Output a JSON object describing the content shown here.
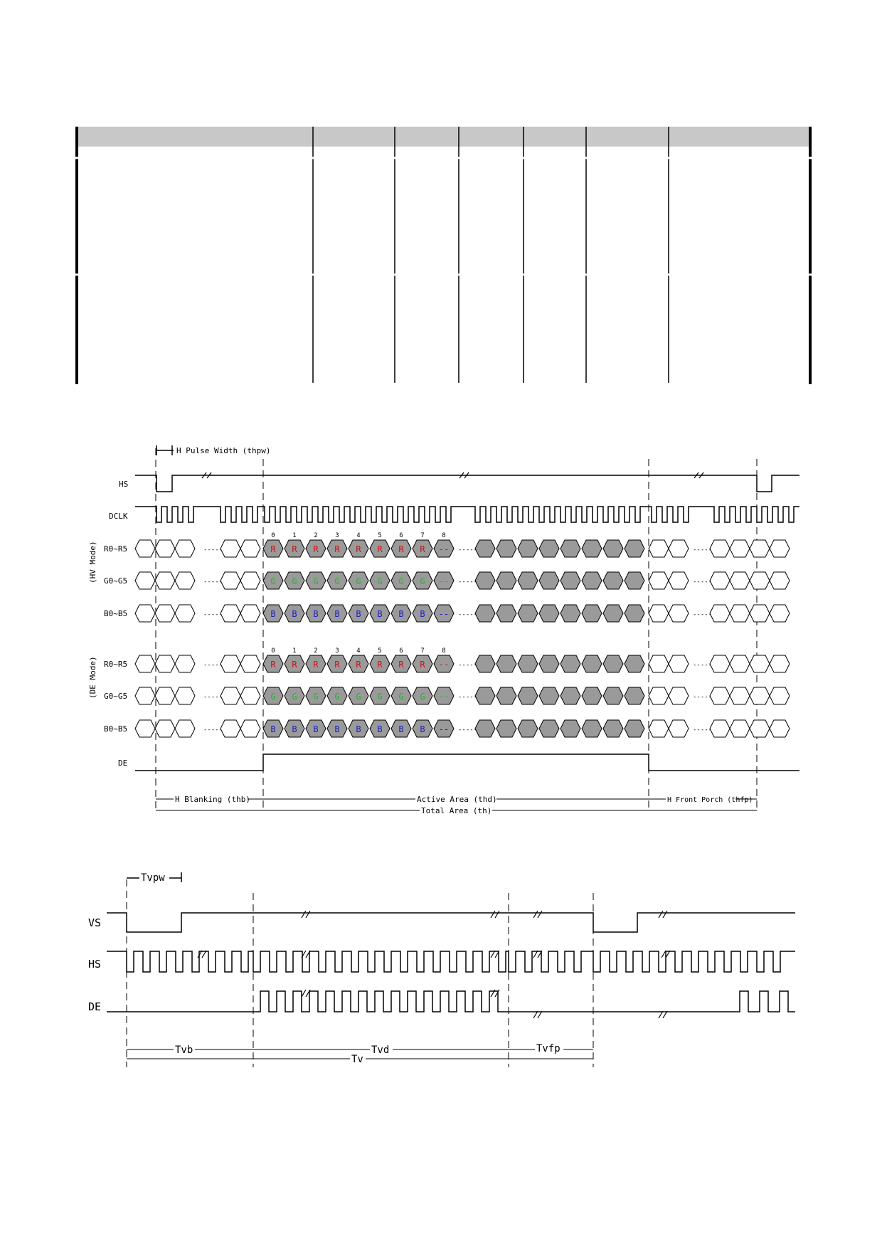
{
  "table": {
    "header_color": "#c8c8c8",
    "columns": 7,
    "header_cells": [
      "",
      "",
      "",
      "",
      "",
      "",
      ""
    ],
    "rows": [
      [
        "",
        "",
        "",
        "",
        "",
        "",
        ""
      ],
      [
        "",
        "",
        "",
        "",
        "",
        "",
        ""
      ]
    ]
  },
  "horizontal_timing": {
    "pulse_width_label": "H Pulse Width (thpw)",
    "signal_labels": {
      "hs": "HS",
      "dclk": "DCLK",
      "hv_r": "R0~R5",
      "hv_g": "G0~G5",
      "hv_b": "B0~B5",
      "de_r": "R0~R5",
      "de_g": "G0~G5",
      "de_b": "B0~B5",
      "de": "DE"
    },
    "mode_labels": {
      "hv": "(HV Mode)",
      "de": "(DE Mode)"
    },
    "pixel_indices": [
      "0",
      "1",
      "2",
      "3",
      "4",
      "5",
      "6",
      "7",
      "8"
    ],
    "pixel_letters": {
      "r": "R",
      "g": "G",
      "b": "B",
      "more": "--"
    },
    "ellipsis": "-----",
    "colors": {
      "red": "#d01010",
      "green": "#30b030",
      "blue": "#2020c0",
      "active_fill": "#9a9a9a"
    },
    "bottom_labels": {
      "h_blanking": "H Blanking (thb)",
      "active_area": "Active Area (thd)",
      "front_porch": "H Front Porch (thfp)",
      "total_area": "Total Area (th)"
    }
  },
  "vertical_timing": {
    "pulse_label": "Tvpw",
    "signal_labels": {
      "vs": "VS",
      "hs": "HS",
      "de": "DE"
    },
    "bottom_labels": {
      "tvb": "Tvb",
      "tvd": "Tvd",
      "tvfp": "Tvfp",
      "tv": "Tv"
    }
  }
}
